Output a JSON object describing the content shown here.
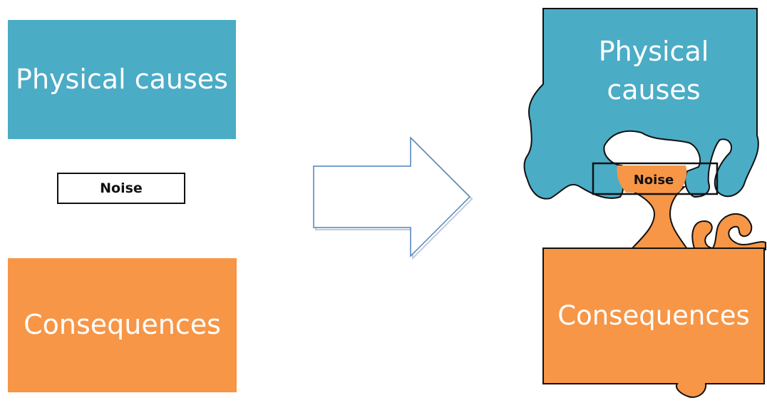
{
  "colors": {
    "causes": "#4BACC6",
    "consequences": "#F79646",
    "outline": "#111111",
    "arrow": "#4F81BD"
  },
  "before": {
    "causes_label": "Physical causes",
    "noise_label": "Noise",
    "consequences_label": "Consequences"
  },
  "after": {
    "causes_line1": "Physical",
    "causes_line2": "causes",
    "noise_label": "Noise",
    "consequences_label": "Consequences"
  },
  "arrow": {
    "direction": "right",
    "style": "outline"
  }
}
